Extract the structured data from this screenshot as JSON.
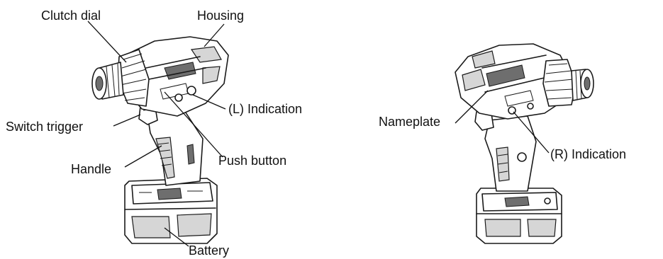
{
  "labels": {
    "clutch_dial": "Clutch dial",
    "housing": "Housing",
    "l_indication": "(L) Indication",
    "switch_trigger": "Switch trigger",
    "handle": "Handle",
    "push_button": "Push button",
    "battery": "Battery",
    "nameplate": "Nameplate",
    "r_indication": "(R) Indication"
  },
  "icons": {
    "left_tool": "impact-driver-left-view-illustration",
    "right_tool": "impact-driver-right-view-illustration"
  }
}
